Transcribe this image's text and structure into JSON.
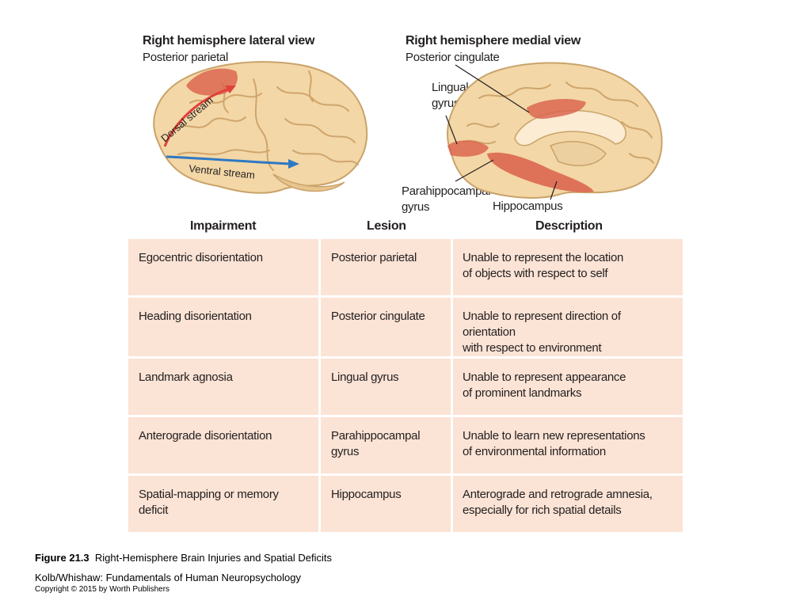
{
  "figure": {
    "lateral_title": "Right hemisphere lateral view",
    "medial_title": "Right hemisphere medial view",
    "lateral_labels": {
      "posterior_parietal": "Posterior parietal",
      "dorsal_stream": "Dorsal stream",
      "ventral_stream": "Ventral stream"
    },
    "medial_labels": {
      "posterior_cingulate": "Posterior cingulate",
      "lingual_line1": "Lingual",
      "lingual_line2": "gyrus",
      "parahippo_line1": "Parahippocampal",
      "parahippo_line2": "gyrus",
      "hippocampus": "Hippocampus"
    },
    "colors": {
      "brain_fill": "#f3d7a6",
      "brain_outline": "#c9a36a",
      "lesion": "#d9604a",
      "dorsal_arrow": "#e0413a",
      "ventral_arrow": "#2f78c4",
      "cell_bg": "#fbe3d5"
    }
  },
  "table": {
    "headers": [
      "Impairment",
      "Lesion",
      "Description"
    ],
    "rows": [
      {
        "impairment": "Egocentric disorientation",
        "lesion": "Posterior parietal",
        "description_line1": "Unable to represent the location",
        "description_line2": "of objects with respect to self"
      },
      {
        "impairment": "Heading disorientation",
        "lesion": "Posterior cingulate",
        "description_line1": "Unable to represent direction of orientation",
        "description_line2": "with respect to environment"
      },
      {
        "impairment": "Landmark agnosia",
        "lesion": "Lingual gyrus",
        "description_line1": "Unable to represent appearance",
        "description_line2": "of prominent landmarks"
      },
      {
        "impairment": "Anterograde disorientation",
        "lesion": "Parahippocampal gyrus",
        "description_line1": "Unable to learn new representations",
        "description_line2": "of environmental information"
      },
      {
        "impairment": "Spatial-mapping or memory deficit",
        "lesion": "Hippocampus",
        "description_line1": "Anterograde and retrograde amnesia,",
        "description_line2": "especially for rich spatial details"
      }
    ]
  },
  "caption": {
    "figure_number": "Figure 21.3",
    "figure_title": "Right-Hemisphere Brain Injuries and Spatial Deficits",
    "book": "Kolb/Whishaw: Fundamentals of Human Neuropsychology",
    "copyright": "Copyright © 2015 by Worth Publishers"
  }
}
